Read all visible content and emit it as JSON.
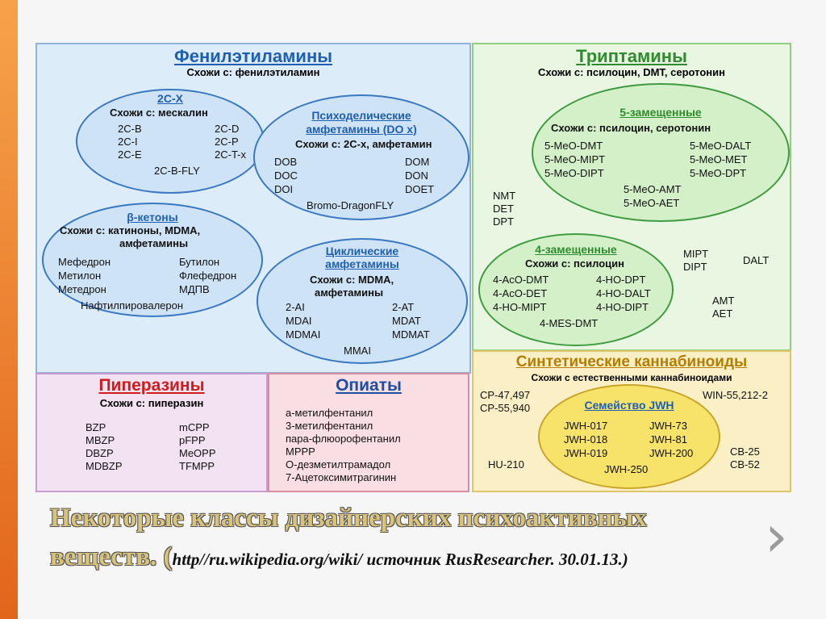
{
  "phenyl": {
    "title": "Фенилэтиламины",
    "sub": "Схожи с: фенилэтиламин",
    "c2x": {
      "title": "2C-X",
      "sub": "Схожи с: мескалин",
      "left": [
        "2C-B",
        "2C-I",
        "2C-E"
      ],
      "right": [
        "2C-D",
        "2C-P",
        "2C-T-x"
      ],
      "bottom": "2C-B-FLY"
    },
    "psy": {
      "title1": "Психоделические",
      "title2": "амфетамины (DO x)",
      "sub": "Схожи с: 2C-x, амфетамин",
      "left": [
        "DOB",
        "DOC",
        "DOI"
      ],
      "right": [
        "DOM",
        "DON",
        "DOET"
      ],
      "bottom": "Bromo-DragonFLY"
    },
    "beta": {
      "title": "β-кетоны",
      "sub1": "Схожи с: катиноны, MDMA,",
      "sub2": "амфетамины",
      "left": [
        "Мефедрон",
        "Метилон",
        "Метедрон"
      ],
      "right": [
        "Бутилон",
        "Флефедрон",
        "МДПВ"
      ],
      "bottom": "Нафтилпировалерон"
    },
    "cyc": {
      "title1": "Циклические",
      "title2": "амфетамины",
      "sub1": "Схожи с: MDMA,",
      "sub2": "амфетамины",
      "left": [
        "2-AI",
        "MDAI",
        "MDMAI"
      ],
      "right": [
        "2-AT",
        "MDAT",
        "MDMAT"
      ],
      "bottom": "MMAI"
    }
  },
  "trypt": {
    "title": "Триптамины",
    "sub": "Схожи с: псилоцин, DMT, серотонин",
    "five": {
      "title": "5-замещенные",
      "sub": "Схожи с: псилоцин, серотонин",
      "left": [
        "5-MeO-DMT",
        "5-MeO-MIPT",
        "5-MeO-DIPT"
      ],
      "right": [
        "5-MeO-DALT",
        "5-MeO-MET",
        "5-MeO-DPT"
      ],
      "center": [
        "5-MeO-AMT",
        "5-MeO-AET"
      ]
    },
    "four": {
      "title": "4-замещенные",
      "sub": "Схожи с: псилоцин",
      "left": [
        "4-AcO-DMT",
        "4-AcO-DET",
        "4-HO-MIPT"
      ],
      "right": [
        "4-HO-DPT",
        "4-HO-DALT",
        "4-HO-DIPT"
      ],
      "bottom": "4-MES-DMT"
    },
    "free1": [
      "NMT",
      "DET",
      "DPT"
    ],
    "free2": [
      "MIPT",
      "DIPT"
    ],
    "free3": "DALT",
    "free4": [
      "AMT",
      "AET"
    ]
  },
  "pip": {
    "title": "Пиперазины",
    "sub": "Схожи с: пиперазин",
    "left": [
      "BZP",
      "MBZP",
      "DBZP",
      "MDBZP"
    ],
    "right": [
      "mCPP",
      "pFPP",
      "MeOPP",
      "TFMPP"
    ]
  },
  "opi": {
    "title": "Опиаты",
    "items": [
      "а-метилфентанил",
      "3-метилфентанил",
      "пара-флюорофентанил",
      "MPPP",
      "О-дезметилтрамадол",
      "7-Ацетоксимитрагинин"
    ]
  },
  "cann": {
    "title": "Синтетические каннабиноиды",
    "sub": "Схожи с естественными каннабиноидами",
    "left": [
      "CP-47,497",
      "CP-55,940"
    ],
    "right": "WIN-55,212-2",
    "jwh": {
      "title": "Семейство JWH",
      "left": [
        "JWH-017",
        "JWH-018",
        "JWH-019"
      ],
      "right": [
        "JWH-73",
        "JWH-81",
        "JWH-200"
      ],
      "bottom": "JWH-250"
    },
    "hu": "HU-210",
    "cb": [
      "CB-25",
      "CB-52"
    ]
  },
  "caption": {
    "line1": "Некоторые классы дизайнерских психоактивных",
    "line2a": "веществ. (",
    "line2b": "http//ru.wikipedia.org/wiki/ источник RusResearcher. 30.01.13.)"
  },
  "nav": {
    "next": "›"
  }
}
